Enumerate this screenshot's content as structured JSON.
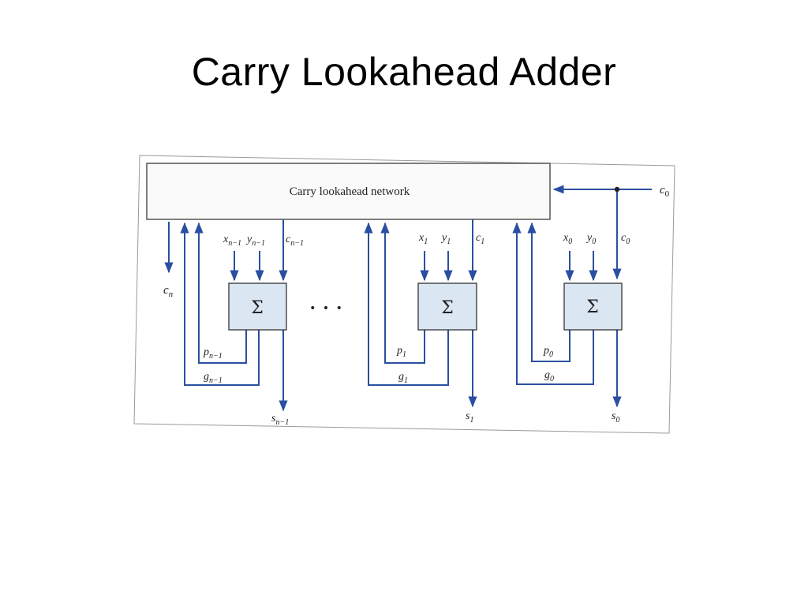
{
  "slide": {
    "title": "Carry Lookahead Adder"
  },
  "diagram": {
    "network_label": "Carry lookahead network",
    "sum_symbol": "Σ",
    "ellipsis": "• • •",
    "colors": {
      "wire": "#2b4fa0",
      "block_fill": "#dbe6f3",
      "frame": "#9a9a9a"
    },
    "carry_in": {
      "base": "c",
      "sub": "0"
    },
    "carry_out": {
      "base": "c",
      "sub": "n"
    },
    "stages": [
      {
        "x": {
          "base": "x",
          "sub": "n−1"
        },
        "y": {
          "base": "y",
          "sub": "n−1"
        },
        "c": {
          "base": "c",
          "sub": "n−1"
        },
        "p": {
          "base": "p",
          "sub": "n−1"
        },
        "g": {
          "base": "g",
          "sub": "n−1"
        },
        "s": {
          "base": "s",
          "sub": "n−1"
        }
      },
      {
        "x": {
          "base": "x",
          "sub": "1"
        },
        "y": {
          "base": "y",
          "sub": "1"
        },
        "c": {
          "base": "c",
          "sub": "1"
        },
        "p": {
          "base": "p",
          "sub": "1"
        },
        "g": {
          "base": "g",
          "sub": "1"
        },
        "s": {
          "base": "s",
          "sub": "1"
        }
      },
      {
        "x": {
          "base": "x",
          "sub": "0"
        },
        "y": {
          "base": "y",
          "sub": "0"
        },
        "c": {
          "base": "c",
          "sub": "0"
        },
        "p": {
          "base": "p",
          "sub": "0"
        },
        "g": {
          "base": "g",
          "sub": "0"
        },
        "s": {
          "base": "s",
          "sub": "0"
        }
      }
    ]
  }
}
